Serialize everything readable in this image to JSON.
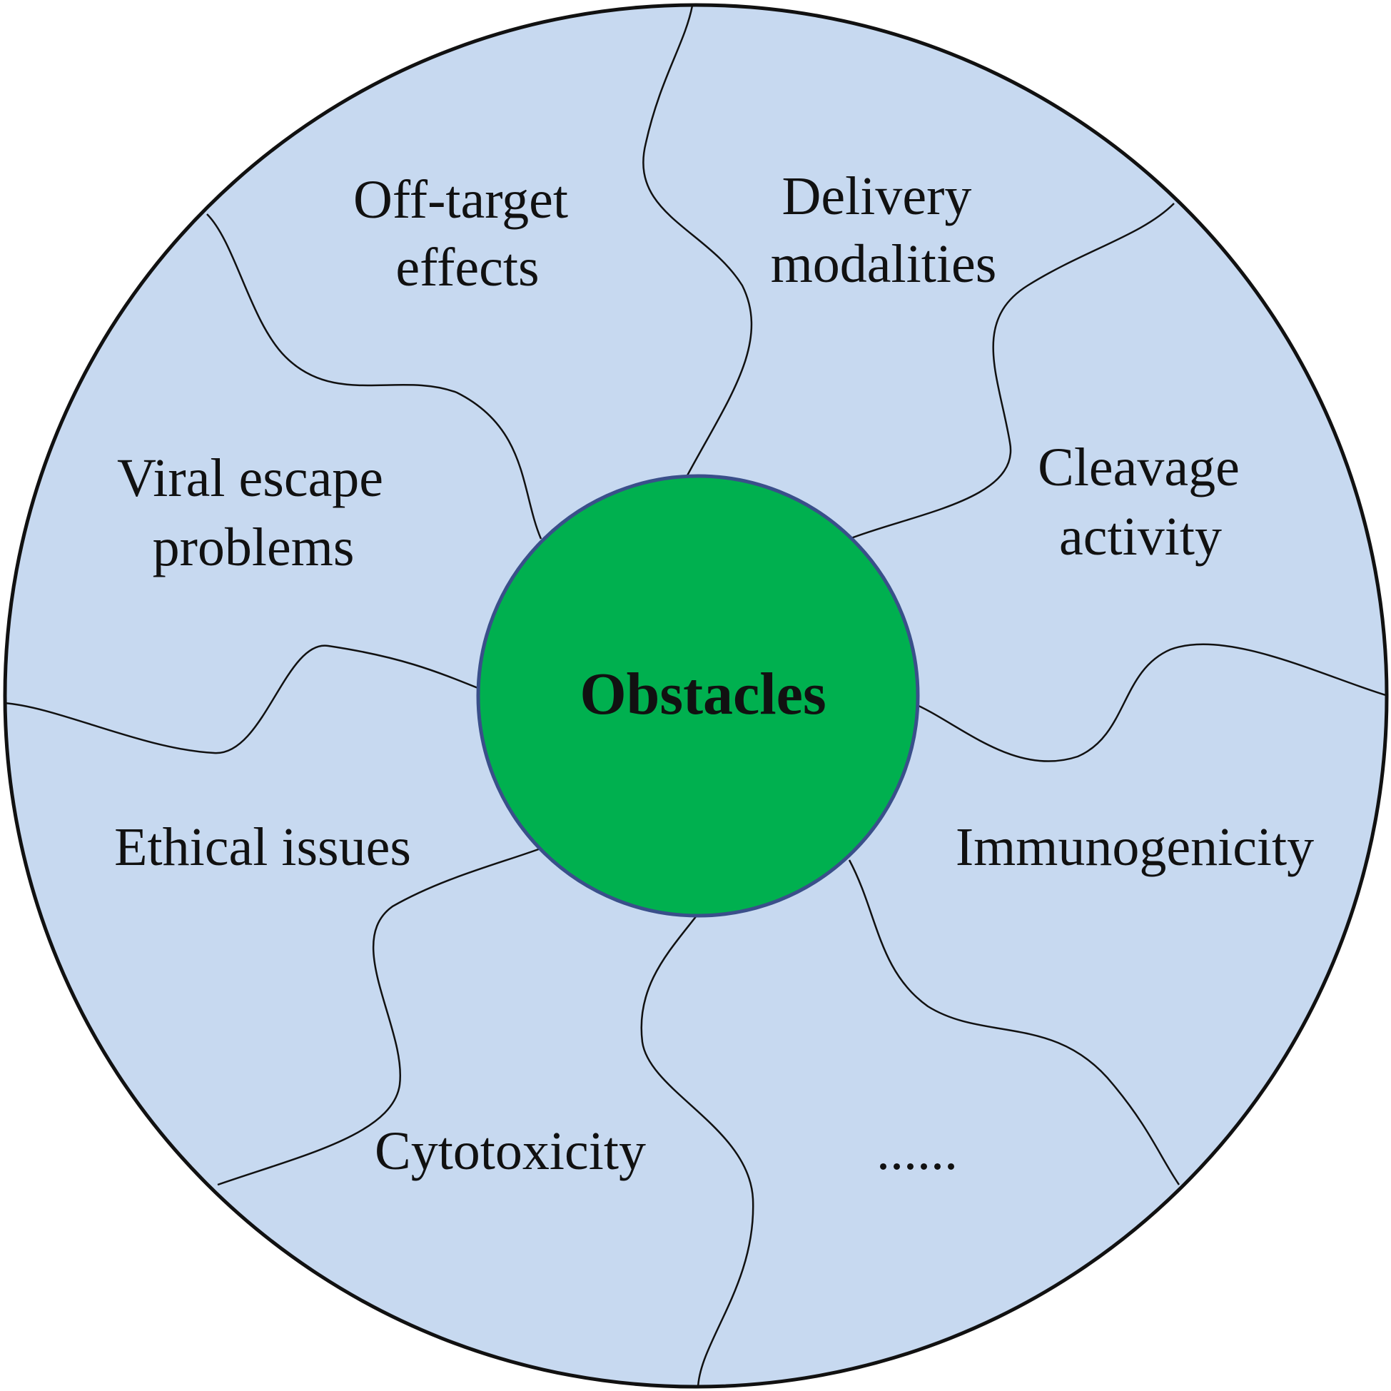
{
  "colors": {
    "segment_fill": "#c7d9f0",
    "outline": "#111111",
    "center_fill": "#00b04f",
    "center_stroke": "#3a4f8a"
  },
  "center": {
    "label": "Obstacles"
  },
  "segments": [
    {
      "lines": [
        "Off-target",
        "effects"
      ]
    },
    {
      "lines": [
        "Delivery",
        "modalities"
      ]
    },
    {
      "lines": [
        "Cleavage",
        "activity"
      ]
    },
    {
      "lines": [
        "Immunogenicity"
      ]
    },
    {
      "lines": [
        "......"
      ]
    },
    {
      "lines": [
        "Cytotoxicity"
      ]
    },
    {
      "lines": [
        "Ethical issues"
      ]
    },
    {
      "lines": [
        "Viral escape",
        "problems"
      ]
    }
  ]
}
